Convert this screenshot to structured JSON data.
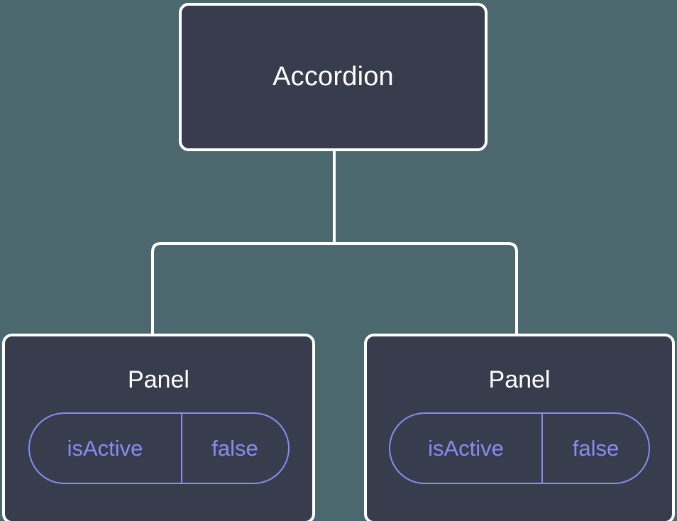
{
  "diagram": {
    "type": "component-tree",
    "background_color": "#4c686f",
    "node_fill_color": "#373d4d",
    "node_border_color": "#ffffff",
    "prop_accent_color": "#8a8bf0",
    "connector_color": "#ffffff",
    "root": {
      "label": "Accordion"
    },
    "children": [
      {
        "label": "Panel",
        "props": [
          {
            "key": "isActive",
            "value": "false"
          }
        ]
      },
      {
        "label": "Panel",
        "props": [
          {
            "key": "isActive",
            "value": "false"
          }
        ]
      }
    ]
  }
}
